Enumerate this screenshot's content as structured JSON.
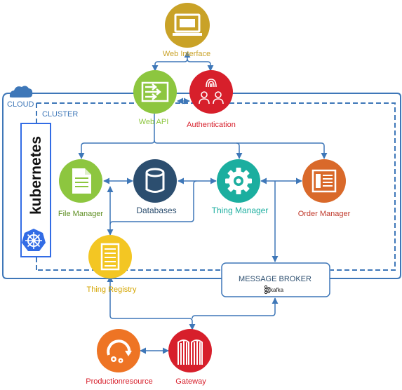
{
  "labels": {
    "web_interface": "Web Interface",
    "web_api": "Web API",
    "authentication": "Authentication",
    "cloud": "CLOUD",
    "cluster": "CLUSTER",
    "kubernetes": "kubernetes",
    "file_manager": "File Manager",
    "databases": "Databases",
    "thing_manager": "Thing Manager",
    "order_manager": "Order Manager",
    "thing_registry": "Thing Registry",
    "message_broker": "MESSAGE BROKER",
    "kafka": "kafka",
    "production_resource": "Productionresource",
    "gateway": "Gateway"
  },
  "colors": {
    "web_interface": "#C9A227",
    "web_api": "#8DC63F",
    "authentication": "#D71F2B",
    "file_manager": "#8DC63F",
    "databases": "#2C4E6F",
    "thing_manager": "#1BAE9F",
    "order_manager": "#D9692A",
    "thing_registry": "#F3C623",
    "production_resource": "#EE7424",
    "gateway": "#D71F2B",
    "boundary": "#3E77B8",
    "kubernetes_blue": "#326CE5"
  },
  "icons": {
    "web_interface": "monitor-icon",
    "web_api": "api-switch-icon",
    "authentication": "fingerprint-users-icon",
    "file_manager": "document-icon",
    "databases": "database-cylinder-icon",
    "thing_manager": "gear-icon",
    "order_manager": "order-list-icon",
    "thing_registry": "server-rack-icon",
    "production_resource": "cycle-gears-icon",
    "gateway": "gate-icon",
    "kubernetes": "helm-wheel-icon",
    "cloud": "cloud-icon"
  }
}
